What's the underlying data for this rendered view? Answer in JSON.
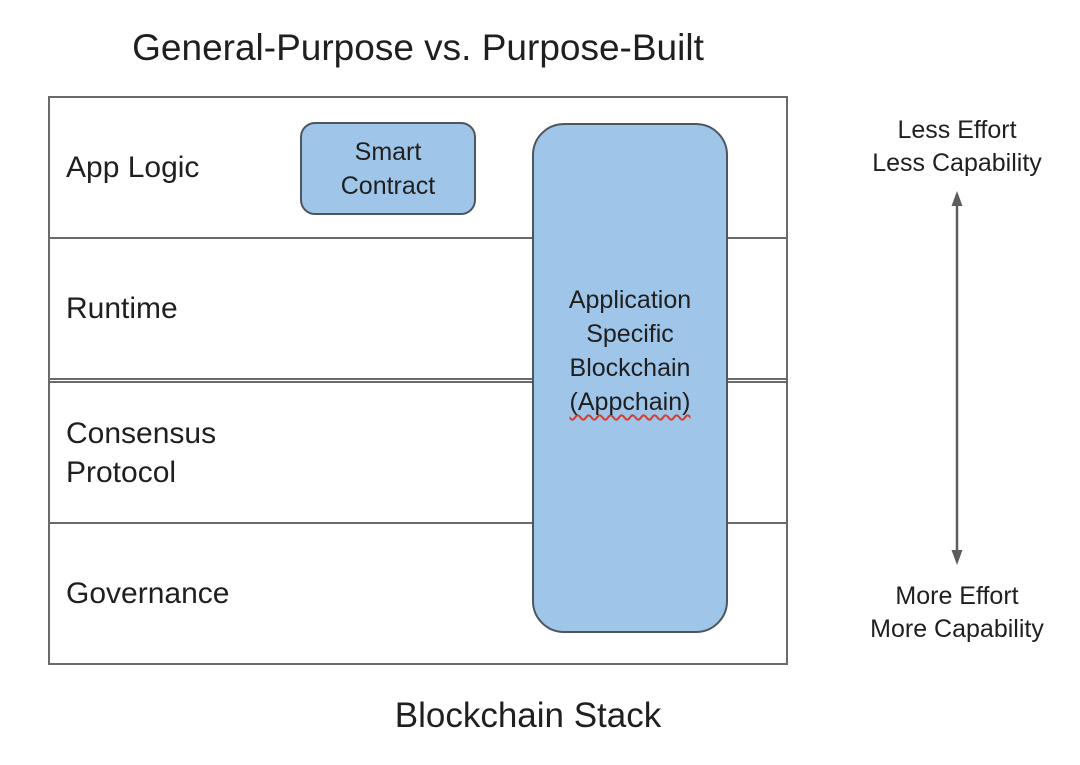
{
  "title": "General-Purpose vs. Purpose-Built",
  "subtitle": "Blockchain Stack",
  "stack": {
    "rows": [
      {
        "label": "App Logic"
      },
      {
        "label": "Runtime"
      },
      {
        "label": "Consensus Protocol"
      },
      {
        "label": "Governance"
      }
    ]
  },
  "smart_contract": {
    "label": "Smart Contract"
  },
  "appchain": {
    "line1": "Application",
    "line2": "Specific",
    "line3": "Blockchain",
    "line4": "(Appchain)"
  },
  "effort_scale": {
    "top_label": "Less Effort\nLess Capability",
    "bottom_label": "More Effort\nMore Capability",
    "arrow_icon": "double-headed-vertical-arrow"
  },
  "colors": {
    "box_fill": "#9fc5e8",
    "box_border": "#4d565f",
    "frame_border": "#6a6a6a",
    "arrow": "#5d5d5d",
    "text": "#1f1f1f",
    "spellcheck_squiggle": "#d23f31"
  }
}
